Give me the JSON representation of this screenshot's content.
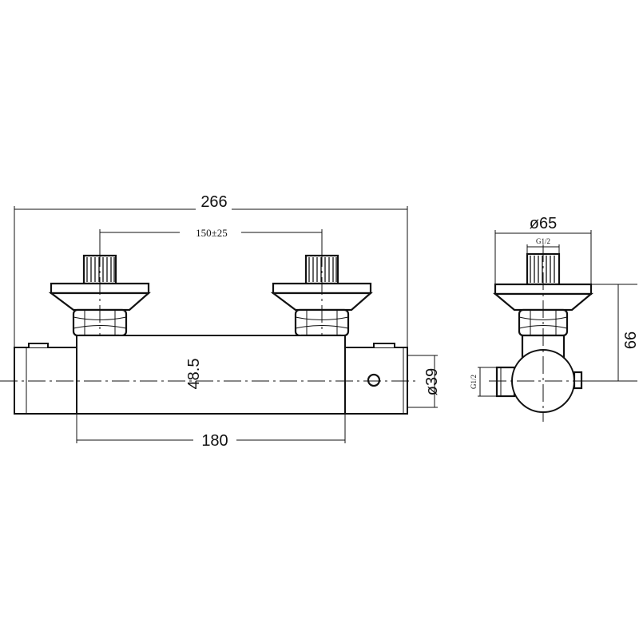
{
  "drawing": {
    "front_view": {
      "overall_width": "266",
      "inlet_spacing": "150±25",
      "body_length": "180",
      "body_height": "48.5",
      "body_diameter": "ø39"
    },
    "side_view": {
      "flange_diameter": "ø65",
      "thread_top": "G1/2",
      "thread_side": "G1/2",
      "depth": "66"
    }
  }
}
